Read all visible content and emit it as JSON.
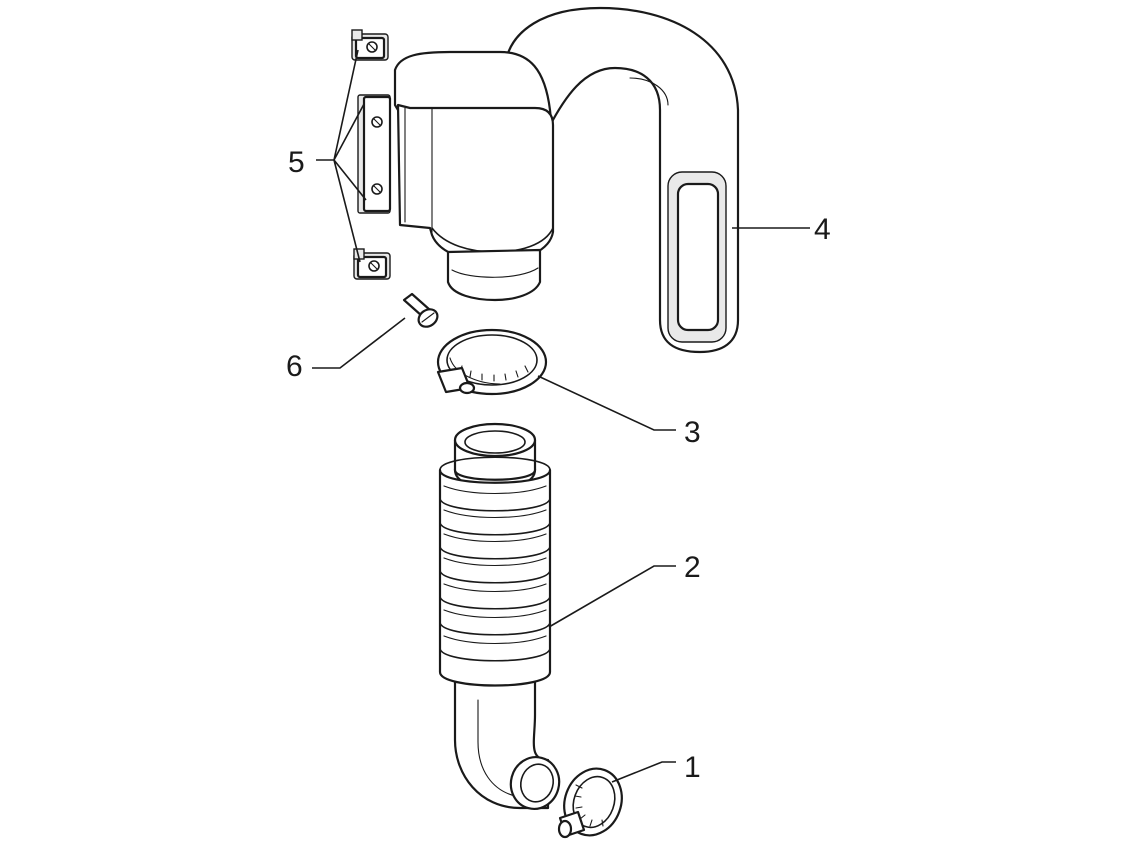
{
  "diagram": {
    "callouts": {
      "c1": "1",
      "c2": "2",
      "c3": "3",
      "c4": "4",
      "c5": "5",
      "c6": "6"
    }
  },
  "colors": {
    "line": "#1a1a1a",
    "background": "#ffffff",
    "shade": "#e9e9e9"
  }
}
